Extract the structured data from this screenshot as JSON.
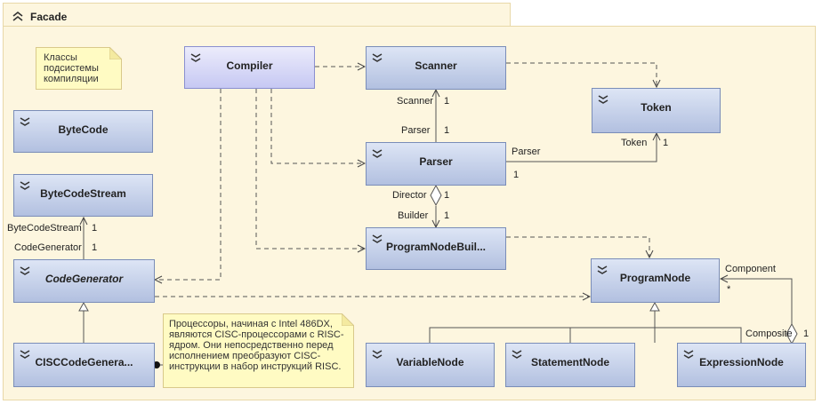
{
  "package": {
    "title": "Facade"
  },
  "notes": {
    "subsystem": "Классы\nподсистемы\nкомпиляции",
    "processors": "Процессоры, начиная с Intel 486DX,\nявляются CISC-процессорами с RISC-\nядром. Они непосредственно перед\nисполнением преобразуют CISC-\nинструкции в набор инструкций RISC."
  },
  "classes": {
    "compiler": "Compiler",
    "scanner": "Scanner",
    "token": "Token",
    "parser": "Parser",
    "bytecode": "ByteCode",
    "bytecodestream": "ByteCodeStream",
    "codegenerator": "CodeGenerator",
    "programnodebuilder": "ProgramNodeBuil...",
    "programnode": "ProgramNode",
    "ciscgen": "CISCCodeGenera...",
    "variablenode": "VariableNode",
    "statementnode": "StatementNode",
    "expressionnode": "ExpressionNode"
  },
  "labels": {
    "scanner_role": "Scanner",
    "scanner_mult": "1",
    "parser_role_a": "Parser",
    "parser_mult_a": "1",
    "parser_role_b": "Parser",
    "parser_mult_b": "1",
    "token_role": "Token",
    "token_mult": "1",
    "director_role": "Director",
    "director_mult": "1",
    "builder_role": "Builder",
    "builder_mult": "1",
    "bcs_role": "ByteCodeStream",
    "bcs_mult": "1",
    "cg_role": "CodeGenerator",
    "cg_mult": "1",
    "component_role": "Component",
    "component_mult": "*",
    "composite_role": "Composite",
    "composite_mult": "1"
  },
  "colors": {
    "class_border": "#7a8db8",
    "package_fill": "#fdf6df",
    "note_fill": "#fffbc3",
    "line": "#555555"
  }
}
